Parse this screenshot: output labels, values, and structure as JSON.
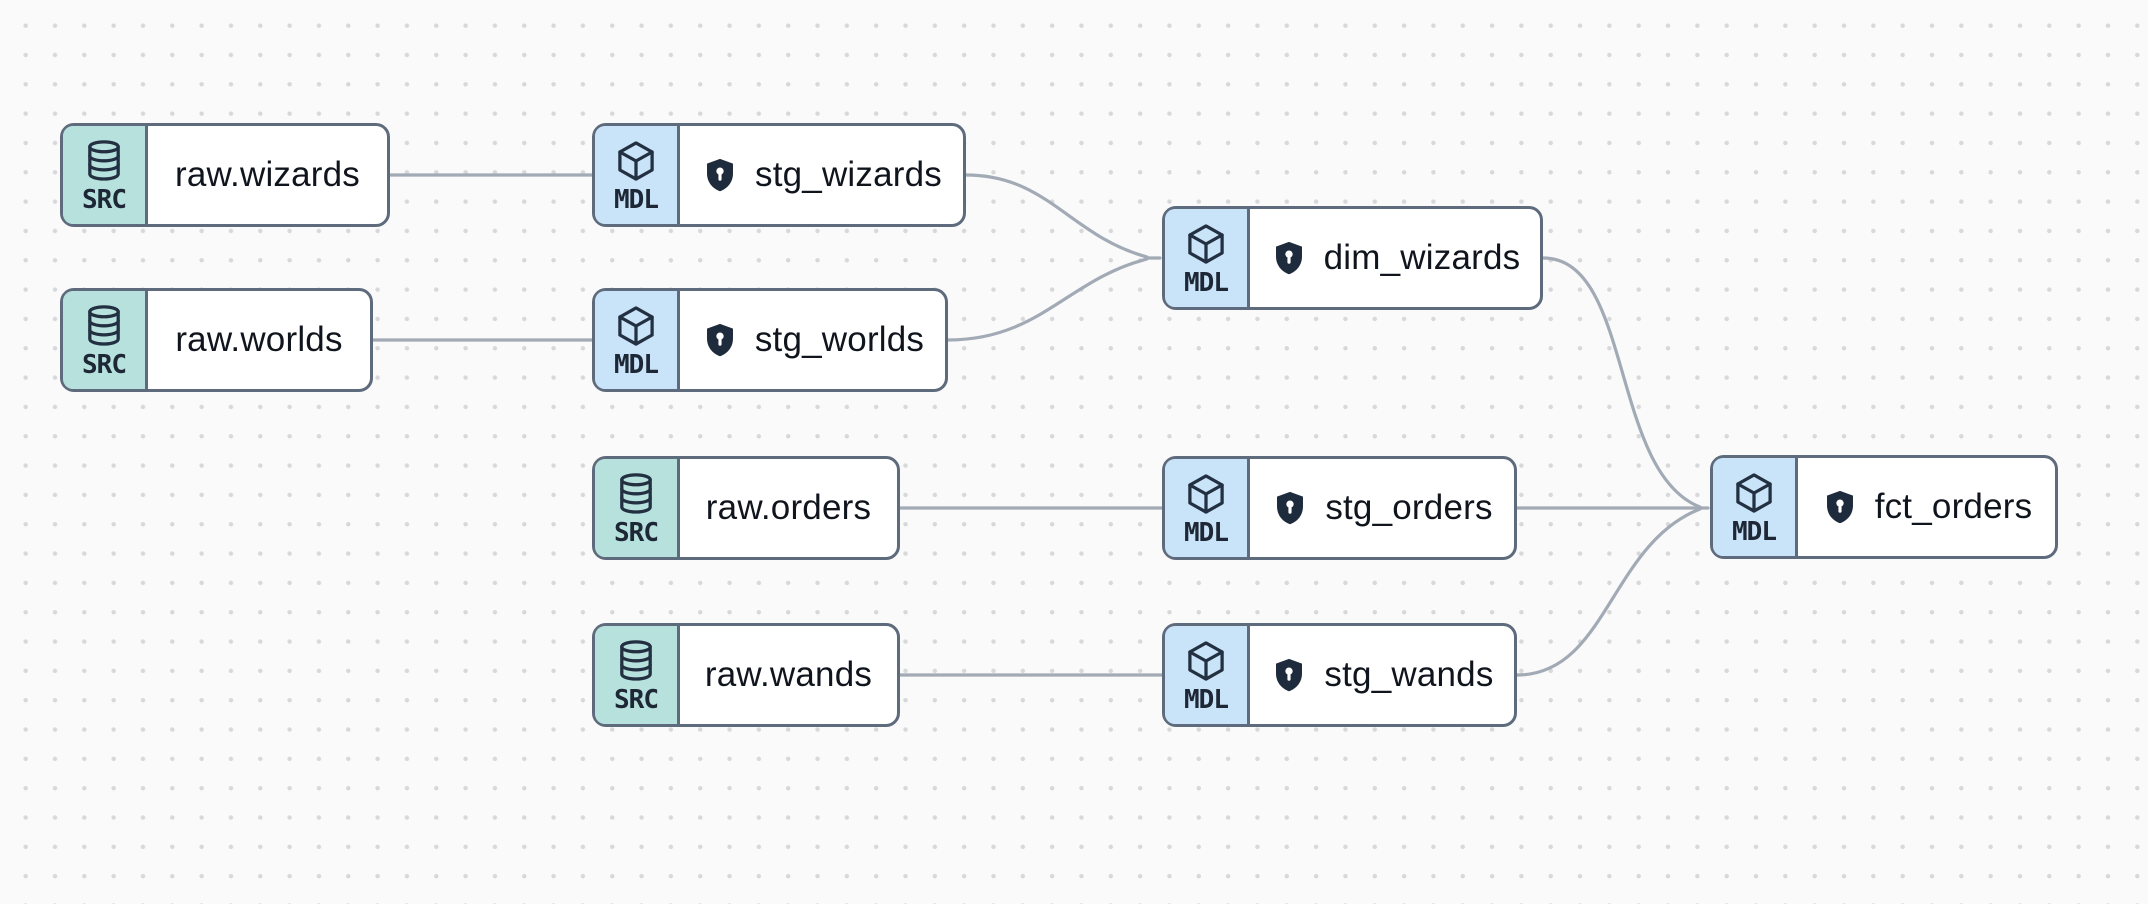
{
  "diagram": {
    "type": "data-lineage-dag",
    "background_color": "#fafafa",
    "dot_grid_color": "#d7d8da",
    "edge_color": "#a2aab5",
    "node_border_color": "#5e6b7c",
    "source_badge_color": "#b7e1dd",
    "model_badge_color": "#c9e3f8",
    "icon_color": "#223042",
    "label_color": "#10151d"
  },
  "nodes": [
    {
      "id": "raw-wizards",
      "type_label": "SRC",
      "kind": "source",
      "icon": "database-icon",
      "label": "raw.wizards",
      "protected": false
    },
    {
      "id": "stg-wizards",
      "type_label": "MDL",
      "kind": "model",
      "icon": "cube-icon",
      "label": "stg_wizards",
      "protected": true
    },
    {
      "id": "raw-worlds",
      "type_label": "SRC",
      "kind": "source",
      "icon": "database-icon",
      "label": "raw.worlds",
      "protected": false
    },
    {
      "id": "stg-worlds",
      "type_label": "MDL",
      "kind": "model",
      "icon": "cube-icon",
      "label": "stg_worlds",
      "protected": true
    },
    {
      "id": "dim-wizards",
      "type_label": "MDL",
      "kind": "model",
      "icon": "cube-icon",
      "label": "dim_wizards",
      "protected": true
    },
    {
      "id": "raw-orders",
      "type_label": "SRC",
      "kind": "source",
      "icon": "database-icon",
      "label": "raw.orders",
      "protected": false
    },
    {
      "id": "stg-orders",
      "type_label": "MDL",
      "kind": "model",
      "icon": "cube-icon",
      "label": "stg_orders",
      "protected": true
    },
    {
      "id": "raw-wands",
      "type_label": "SRC",
      "kind": "source",
      "icon": "database-icon",
      "label": "raw.wands",
      "protected": false
    },
    {
      "id": "stg-wands",
      "type_label": "MDL",
      "kind": "model",
      "icon": "cube-icon",
      "label": "stg_wands",
      "protected": true
    },
    {
      "id": "fct-orders",
      "type_label": "MDL",
      "kind": "model",
      "icon": "cube-icon",
      "label": "fct_orders",
      "protected": true
    }
  ],
  "edges": [
    {
      "from": "raw.wizards",
      "to": "stg_wizards"
    },
    {
      "from": "raw.worlds",
      "to": "stg_worlds"
    },
    {
      "from": "stg_wizards",
      "to": "dim_wizards"
    },
    {
      "from": "stg_worlds",
      "to": "dim_wizards"
    },
    {
      "from": "raw.orders",
      "to": "stg_orders"
    },
    {
      "from": "raw.wands",
      "to": "stg_wands"
    },
    {
      "from": "dim_wizards",
      "to": "fct_orders"
    },
    {
      "from": "stg_orders",
      "to": "fct_orders"
    },
    {
      "from": "stg_wands",
      "to": "fct_orders"
    }
  ]
}
